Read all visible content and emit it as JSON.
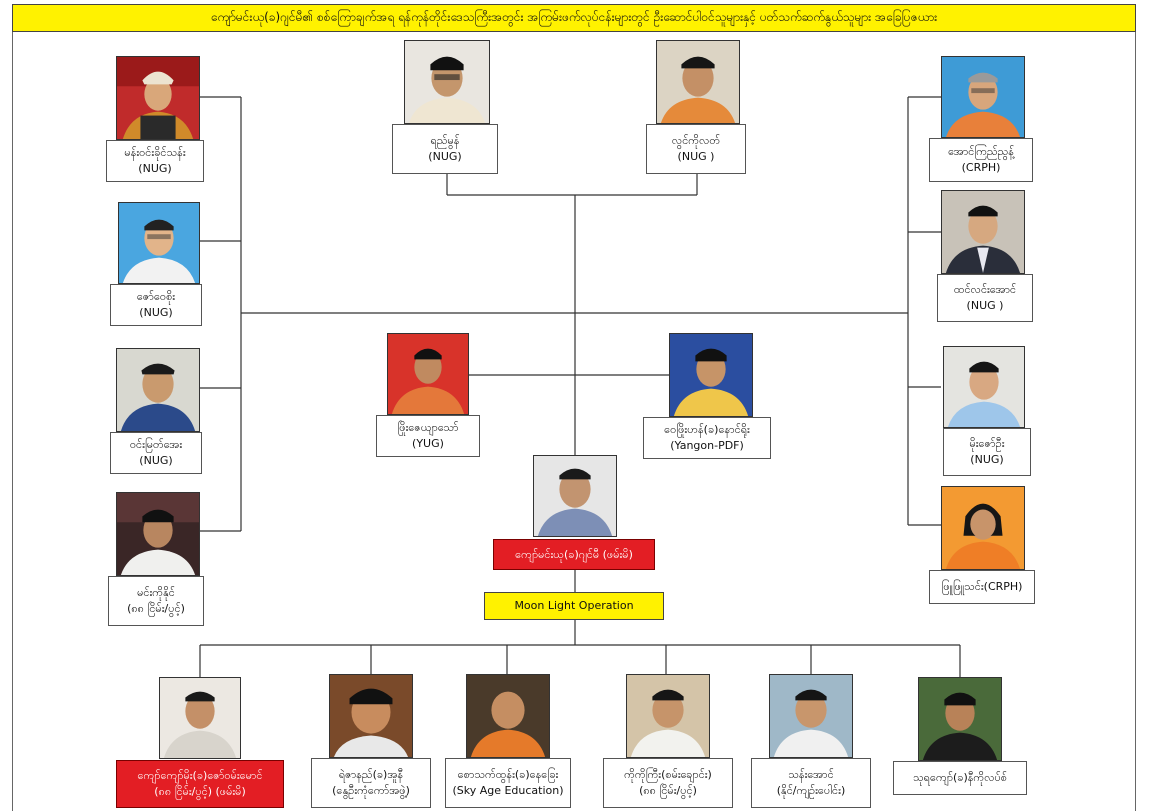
{
  "title": "ကျော်မင်းယု(ခ)ဂျင်မီ၏ စစ်ကြောချက်အရ ရန်ကုန်တိုင်းဒေသကြီးအတွင်း အကြမ်းဖက်လုပ်ငန်းများတွင် ဦးဆောင်ပါဝင်သူများနှင့် ပတ်သက်ဆက်နွယ်သူများ အခြေပြဇယား",
  "colors": {
    "header": "#fff200",
    "highlight_red": "#e31e24",
    "operation_box": "#fff200"
  },
  "people": {
    "left1": {
      "name": "မန်းဝင်းခိုင်သန်း",
      "org": "(NUG)"
    },
    "left2": {
      "name": "ဇော်ဝေစိုး",
      "org": "(NUG)"
    },
    "left3": {
      "name": "ဝင်းမြတ်အေး",
      "org": "(NUG)"
    },
    "left4": {
      "name": "မင်းကိုနိုင်",
      "org": "(၈၈ ငြိမ်း/ပွင့်)"
    },
    "top1": {
      "name": "ရည်မွန်",
      "org": "(NUG)"
    },
    "top2": {
      "name": "လွင်ကိုလတ်",
      "org": "(NUG )"
    },
    "right1": {
      "name": "အောင်ကြည်ညွန့်",
      "org": "(CRPH)"
    },
    "right2": {
      "name": "ထင်လင်းအောင်",
      "org": "(NUG )"
    },
    "right3": {
      "name": "မိုးဇော်ဦး",
      "org": "(NUG)"
    },
    "right4": {
      "name": "ဖြူဖြူသင်း(CRPH)",
      "org": ""
    },
    "mid1": {
      "name": "ဖြိုးဇေယျာသော်",
      "org": "(YUG)"
    },
    "mid2": {
      "name": "ဝေဖြိုးဟန်(ခ)နောင်ရိုး",
      "org": "(Yangon-PDF)"
    },
    "center": {
      "name": "ကျော်မင်းယု(ခ)ဂျင်မီ (ဖမ်းမိ)"
    },
    "b1": {
      "name": "ကျော်ကျော်မိုး(ခ)ဇော်ဝမ်းမောင်",
      "org": "(၈၈ ငြိမ်း/ပွင့်) (ဖမ်းမိ)"
    },
    "b2": {
      "name": "ရဲဇာနည်(ခ)အူနီ",
      "org": "(နွေဦးကုံကော်အဖွဲ့)"
    },
    "b3": {
      "name": "စောသက်ထွန်း(ခ)နေခြေး",
      "org": "(Sky Age Education)"
    },
    "b4": {
      "name": "ကိုကိုကြီး(စမ်းချောင်း)",
      "org": "(၈၈ ငြိမ်း/ပွင့်)"
    },
    "b5": {
      "name": "သန်းအောင်",
      "org": "(နိုင်/ကျဉ်းပေါင်း)"
    },
    "b6": {
      "name": "သုရကျော်(ခ)နီကိုလပ်စ်",
      "org": ""
    }
  },
  "operation": "Moon Light Operation"
}
